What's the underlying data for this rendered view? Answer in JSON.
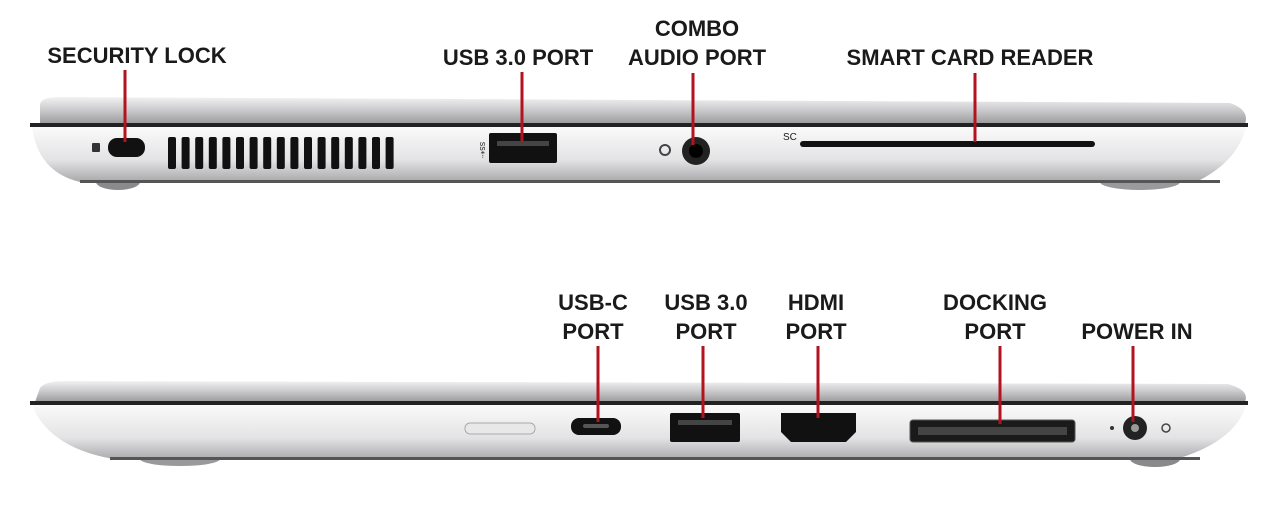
{
  "top_view": {
    "labels": {
      "security_lock": "SECURITY LOCK",
      "usb30": "USB 3.0 PORT",
      "combo_audio_1": "COMBO",
      "combo_audio_2": "AUDIO PORT",
      "smart_card": "SMART CARD READER"
    },
    "port_marks": {
      "smart_card": "SC"
    }
  },
  "bottom_view": {
    "labels": {
      "usbc_1": "USB-C",
      "usbc_2": "PORT",
      "usb30_1": "USB 3.0",
      "usb30_2": "PORT",
      "hdmi_1": "HDMI",
      "hdmi_2": "PORT",
      "docking_1": "DOCKING",
      "docking_2": "PORT",
      "power_in": "POWER IN"
    }
  },
  "colors": {
    "leader_line": "#b3121f",
    "chassis": "#d9d9db",
    "port": "#111111"
  }
}
